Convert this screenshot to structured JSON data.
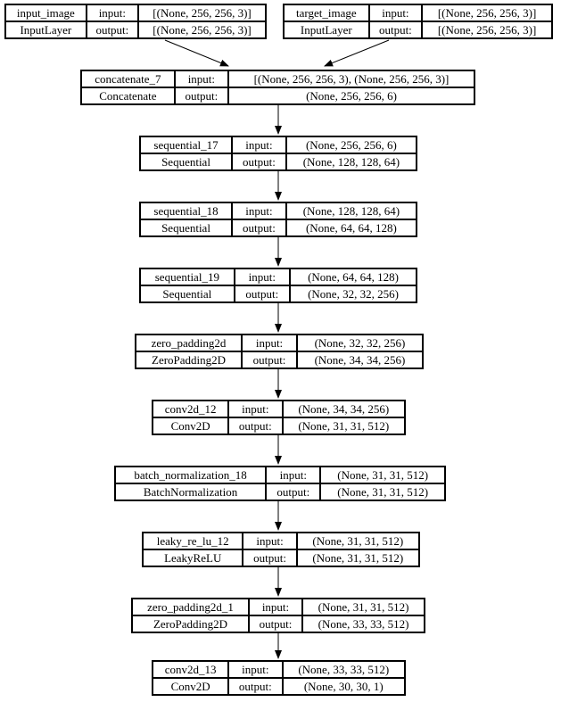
{
  "diagram": {
    "kind": "keras-model-plot",
    "labels": {
      "input": "input:",
      "output": "output:"
    },
    "colors": {
      "background": "#ffffff",
      "border": "#000000",
      "text": "#000000",
      "edge": "#000000"
    },
    "nodes": [
      {
        "name": "input_image",
        "type": "InputLayer",
        "input_shape": "[(None, 256, 256, 3)]",
        "output_shape": "[(None, 256, 256, 3)]"
      },
      {
        "name": "target_image",
        "type": "InputLayer",
        "input_shape": "[(None, 256, 256, 3)]",
        "output_shape": "[(None, 256, 256, 3)]"
      },
      {
        "name": "concatenate_7",
        "type": "Concatenate",
        "input_shape": "[(None, 256, 256, 3), (None, 256, 256, 3)]",
        "output_shape": "(None, 256, 256, 6)"
      },
      {
        "name": "sequential_17",
        "type": "Sequential",
        "input_shape": "(None, 256, 256, 6)",
        "output_shape": "(None, 128, 128, 64)"
      },
      {
        "name": "sequential_18",
        "type": "Sequential",
        "input_shape": "(None, 128, 128, 64)",
        "output_shape": "(None, 64, 64, 128)"
      },
      {
        "name": "sequential_19",
        "type": "Sequential",
        "input_shape": "(None, 64, 64, 128)",
        "output_shape": "(None, 32, 32, 256)"
      },
      {
        "name": "zero_padding2d",
        "type": "ZeroPadding2D",
        "input_shape": "(None, 32, 32, 256)",
        "output_shape": "(None, 34, 34, 256)"
      },
      {
        "name": "conv2d_12",
        "type": "Conv2D",
        "input_shape": "(None, 34, 34, 256)",
        "output_shape": "(None, 31, 31, 512)"
      },
      {
        "name": "batch_normalization_18",
        "type": "BatchNormalization",
        "input_shape": "(None, 31, 31, 512)",
        "output_shape": "(None, 31, 31, 512)"
      },
      {
        "name": "leaky_re_lu_12",
        "type": "LeakyReLU",
        "input_shape": "(None, 31, 31, 512)",
        "output_shape": "(None, 31, 31, 512)"
      },
      {
        "name": "zero_padding2d_1",
        "type": "ZeroPadding2D",
        "input_shape": "(None, 31, 31, 512)",
        "output_shape": "(None, 33, 33, 512)"
      },
      {
        "name": "conv2d_13",
        "type": "Conv2D",
        "input_shape": "(None, 33, 33, 512)",
        "output_shape": "(None, 30, 30, 1)"
      }
    ],
    "edges": [
      {
        "from": "input_image",
        "to": "concatenate_7"
      },
      {
        "from": "target_image",
        "to": "concatenate_7"
      },
      {
        "from": "concatenate_7",
        "to": "sequential_17"
      },
      {
        "from": "sequential_17",
        "to": "sequential_18"
      },
      {
        "from": "sequential_18",
        "to": "sequential_19"
      },
      {
        "from": "sequential_19",
        "to": "zero_padding2d"
      },
      {
        "from": "zero_padding2d",
        "to": "conv2d_12"
      },
      {
        "from": "conv2d_12",
        "to": "batch_normalization_18"
      },
      {
        "from": "batch_normalization_18",
        "to": "leaky_re_lu_12"
      },
      {
        "from": "leaky_re_lu_12",
        "to": "zero_padding2d_1"
      },
      {
        "from": "zero_padding2d_1",
        "to": "conv2d_13"
      }
    ]
  }
}
